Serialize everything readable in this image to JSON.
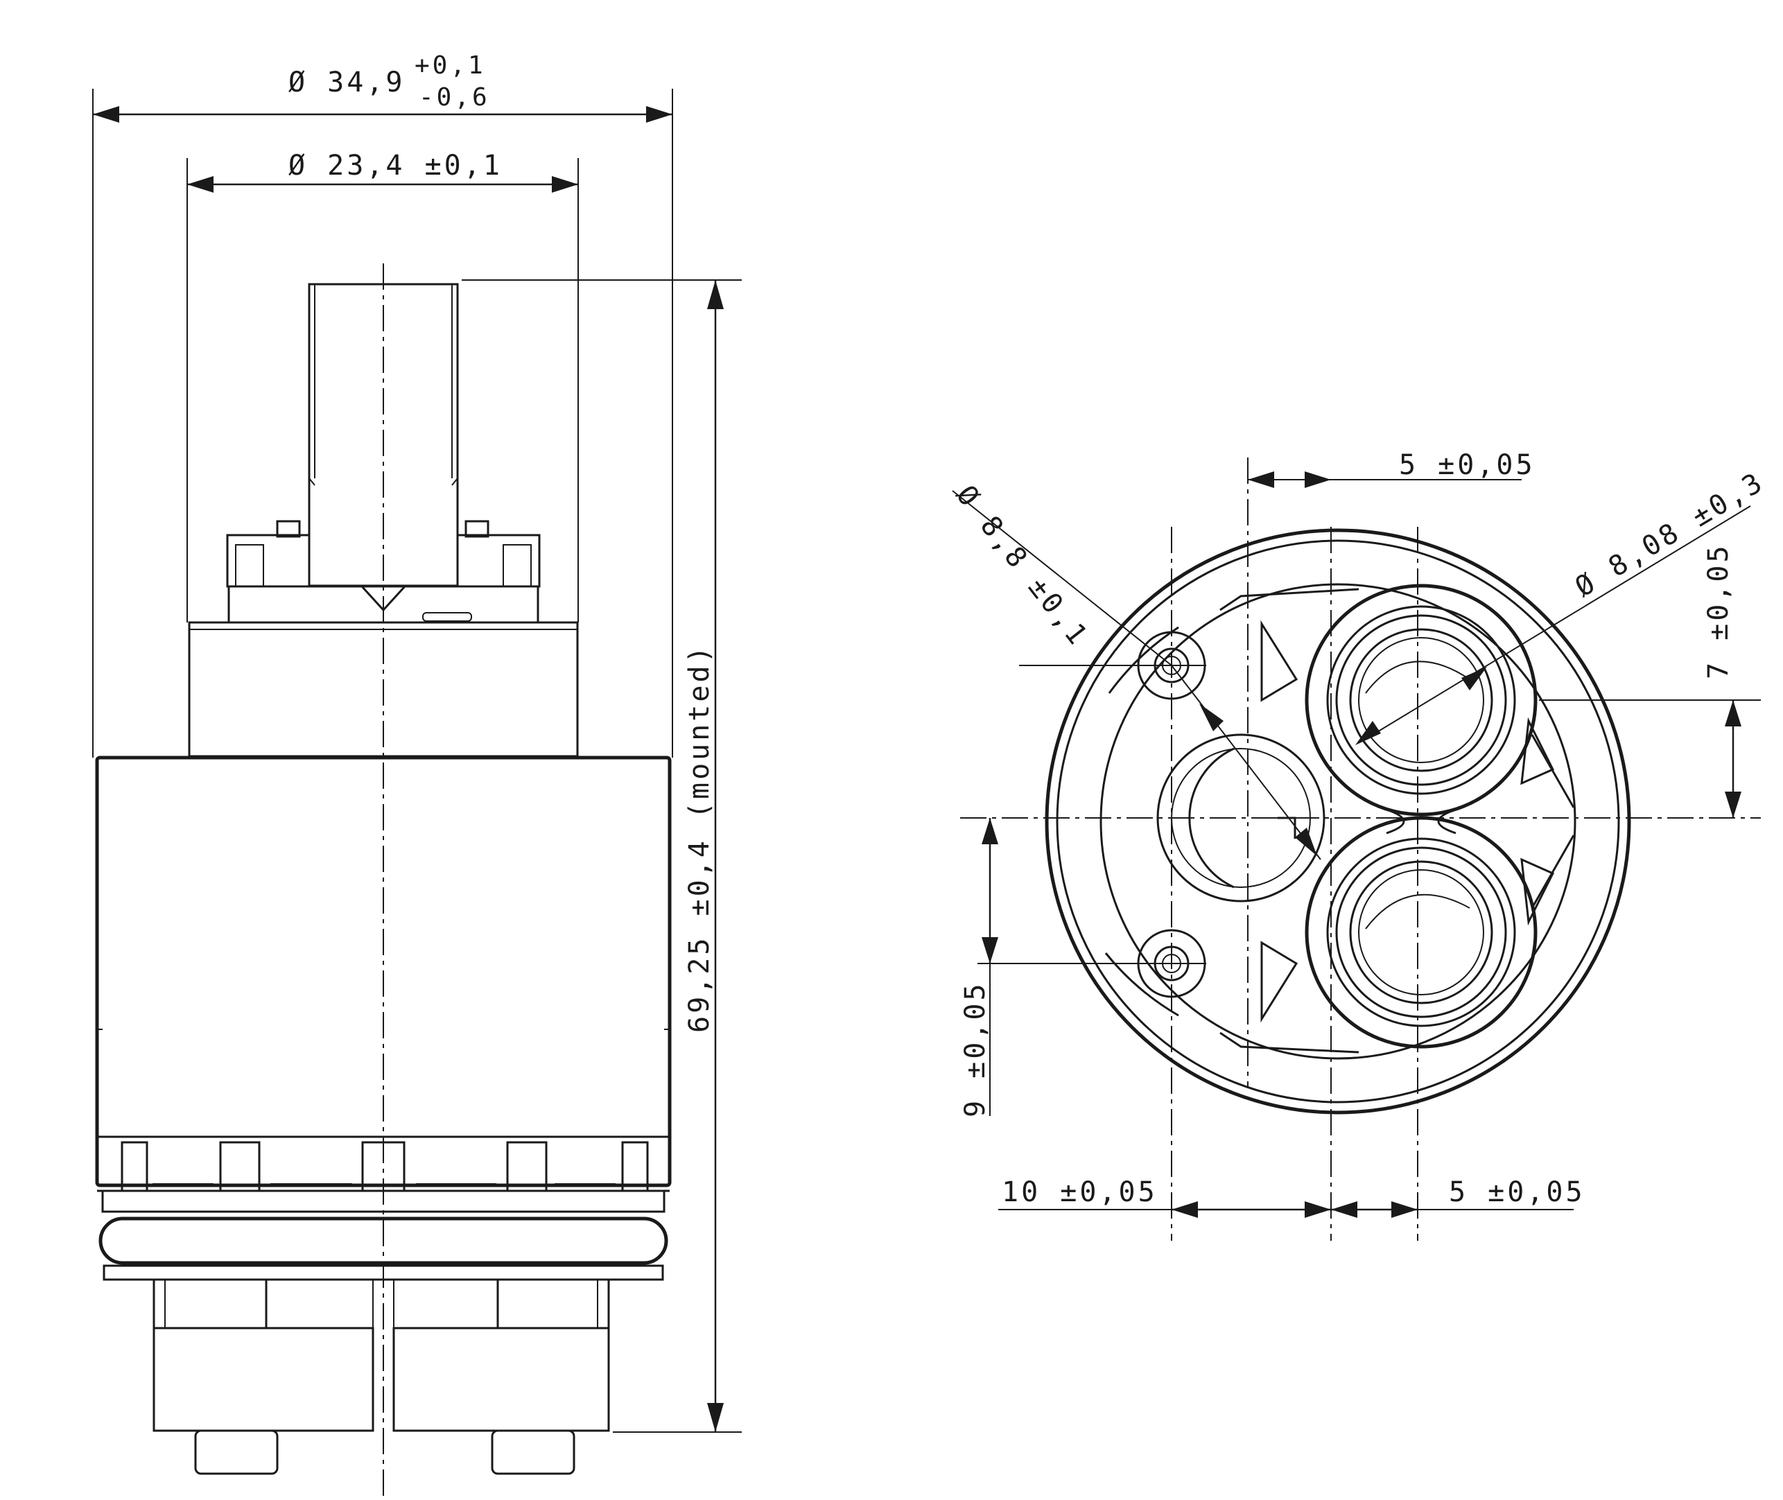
{
  "side_view": {
    "outer_diameter": {
      "main": "Ø 34,9",
      "tol_upper": "+0,1",
      "tol_lower": "-0,6"
    },
    "inner_diameter": "Ø 23,4 ±0,1",
    "height": "69,25 ±0,4 (mounted)"
  },
  "bottom_view": {
    "dim_top_offset": "5 ±0,05",
    "hole_small": "Ø 8,8 ±0,1",
    "hole_large": "Ø 8,08 ±0,3",
    "dim_right_vertical": "7 ±0,05",
    "dim_left_vertical": "9 ±0,05",
    "dim_bottom_left": "10 ±0,05",
    "dim_bottom_right": "5 ±0,05"
  }
}
